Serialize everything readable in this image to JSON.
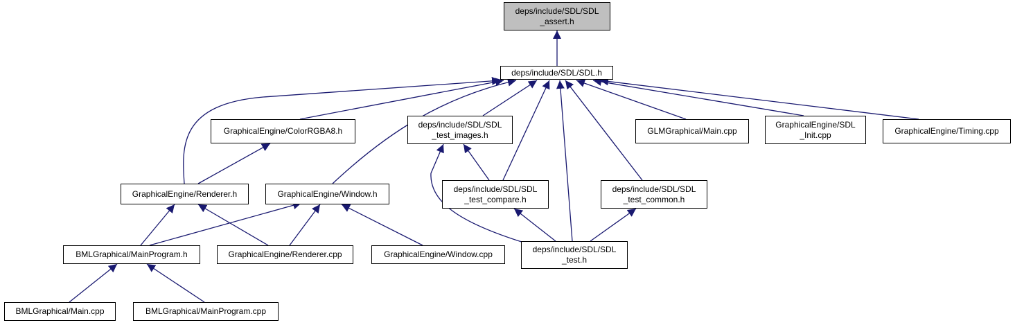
{
  "graph": {
    "edge_color": "#191970",
    "root_fill": "#bfbfbf",
    "nodes": [
      {
        "id": "n0",
        "label": "deps/include/SDL/SDL\n_assert.h",
        "root": true
      },
      {
        "id": "n1",
        "label": "deps/include/SDL/SDL.h"
      },
      {
        "id": "n2",
        "label": "GraphicalEngine/ColorRGBA8.h"
      },
      {
        "id": "n3",
        "label": "deps/include/SDL/SDL\n_test_images.h"
      },
      {
        "id": "n4",
        "label": "GLMGraphical/Main.cpp"
      },
      {
        "id": "n5",
        "label": "GraphicalEngine/SDL\n_Init.cpp"
      },
      {
        "id": "n6",
        "label": "GraphicalEngine/Timing.cpp"
      },
      {
        "id": "n7",
        "label": "GraphicalEngine/Renderer.h"
      },
      {
        "id": "n8",
        "label": "GraphicalEngine/Window.h"
      },
      {
        "id": "n9",
        "label": "deps/include/SDL/SDL\n_test_compare.h"
      },
      {
        "id": "n10",
        "label": "deps/include/SDL/SDL\n_test_common.h"
      },
      {
        "id": "n11",
        "label": "BMLGraphical/MainProgram.h"
      },
      {
        "id": "n12",
        "label": "GraphicalEngine/Renderer.cpp"
      },
      {
        "id": "n13",
        "label": "GraphicalEngine/Window.cpp"
      },
      {
        "id": "n14",
        "label": "deps/include/SDL/SDL\n_test.h"
      },
      {
        "id": "n15",
        "label": "BMLGraphical/Main.cpp"
      },
      {
        "id": "n16",
        "label": "BMLGraphical/MainProgram.cpp"
      }
    ],
    "edges": [
      {
        "from": "n1",
        "to": "n0"
      },
      {
        "from": "n2",
        "to": "n1"
      },
      {
        "from": "n3",
        "to": "n1"
      },
      {
        "from": "n4",
        "to": "n1"
      },
      {
        "from": "n5",
        "to": "n1"
      },
      {
        "from": "n6",
        "to": "n1"
      },
      {
        "from": "n7",
        "to": "n1"
      },
      {
        "from": "n8",
        "to": "n1"
      },
      {
        "from": "n9",
        "to": "n1"
      },
      {
        "from": "n10",
        "to": "n1"
      },
      {
        "from": "n14",
        "to": "n1"
      },
      {
        "from": "n7",
        "to": "n2"
      },
      {
        "from": "n9",
        "to": "n3"
      },
      {
        "from": "n14",
        "to": "n3"
      },
      {
        "from": "n11",
        "to": "n7"
      },
      {
        "from": "n12",
        "to": "n7"
      },
      {
        "from": "n11",
        "to": "n8"
      },
      {
        "from": "n12",
        "to": "n8"
      },
      {
        "from": "n13",
        "to": "n8"
      },
      {
        "from": "n14",
        "to": "n9"
      },
      {
        "from": "n14",
        "to": "n10"
      },
      {
        "from": "n15",
        "to": "n11"
      },
      {
        "from": "n16",
        "to": "n11"
      }
    ]
  }
}
